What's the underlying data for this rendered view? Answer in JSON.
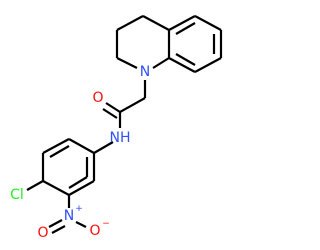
{
  "molecule": {
    "atoms": {
      "N_ring": "N",
      "O_carbonyl": "O",
      "N_amide": "NH",
      "Cl": "Cl",
      "N_nitro": "N",
      "N_nitro_charge": "+",
      "O_nitro_top": "O",
      "O_nitro_right": "O",
      "O_nitro_right_charge": "−"
    },
    "colors": {
      "carbon_bonds": "#000000",
      "nitrogen": "#3050F8",
      "oxygen": "#FF0D0D",
      "chlorine": "#1FF01F"
    }
  }
}
